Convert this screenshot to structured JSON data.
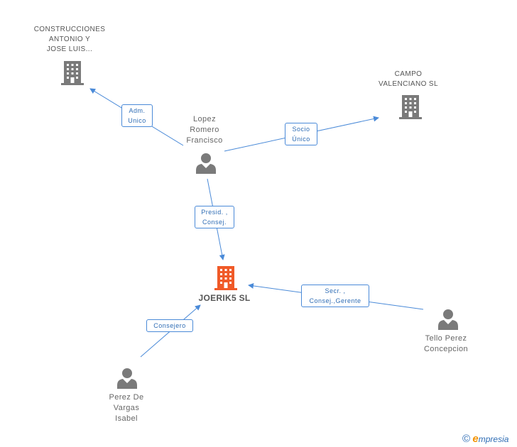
{
  "nodes": {
    "construcciones": {
      "label_lines": [
        "CONSTRUCCIONES",
        "ANTONIO Y",
        "JOSE LUIS..."
      ]
    },
    "campo": {
      "label_lines": [
        "CAMPO",
        "VALENCIANO SL"
      ]
    },
    "lopez": {
      "label_lines": [
        "Lopez",
        "Romero",
        "Francisco"
      ]
    },
    "joerik": {
      "label_lines": [
        "JOERIK5 SL"
      ]
    },
    "tello": {
      "label_lines": [
        "Tello Perez",
        "Concepcion"
      ]
    },
    "perez": {
      "label_lines": [
        "Perez De",
        "Vargas",
        "Isabel"
      ]
    }
  },
  "edges": {
    "adm": {
      "lines": [
        "Adm.",
        "Unico"
      ]
    },
    "socio": {
      "lines": [
        "Socio",
        "Único"
      ]
    },
    "presid": {
      "lines": [
        "Presid. ,",
        "Consej."
      ]
    },
    "secr": {
      "lines": [
        "Secr. ,",
        "Consej.,Gerente"
      ]
    },
    "consejero": {
      "lines": [
        "Consejero"
      ]
    }
  },
  "colors": {
    "edge": "#4a8ad8",
    "icon_gray": "#7a7a7a",
    "main_company": "#f05a28"
  },
  "brand": {
    "copyright": "©",
    "e": "e",
    "rest": "mpresia"
  }
}
